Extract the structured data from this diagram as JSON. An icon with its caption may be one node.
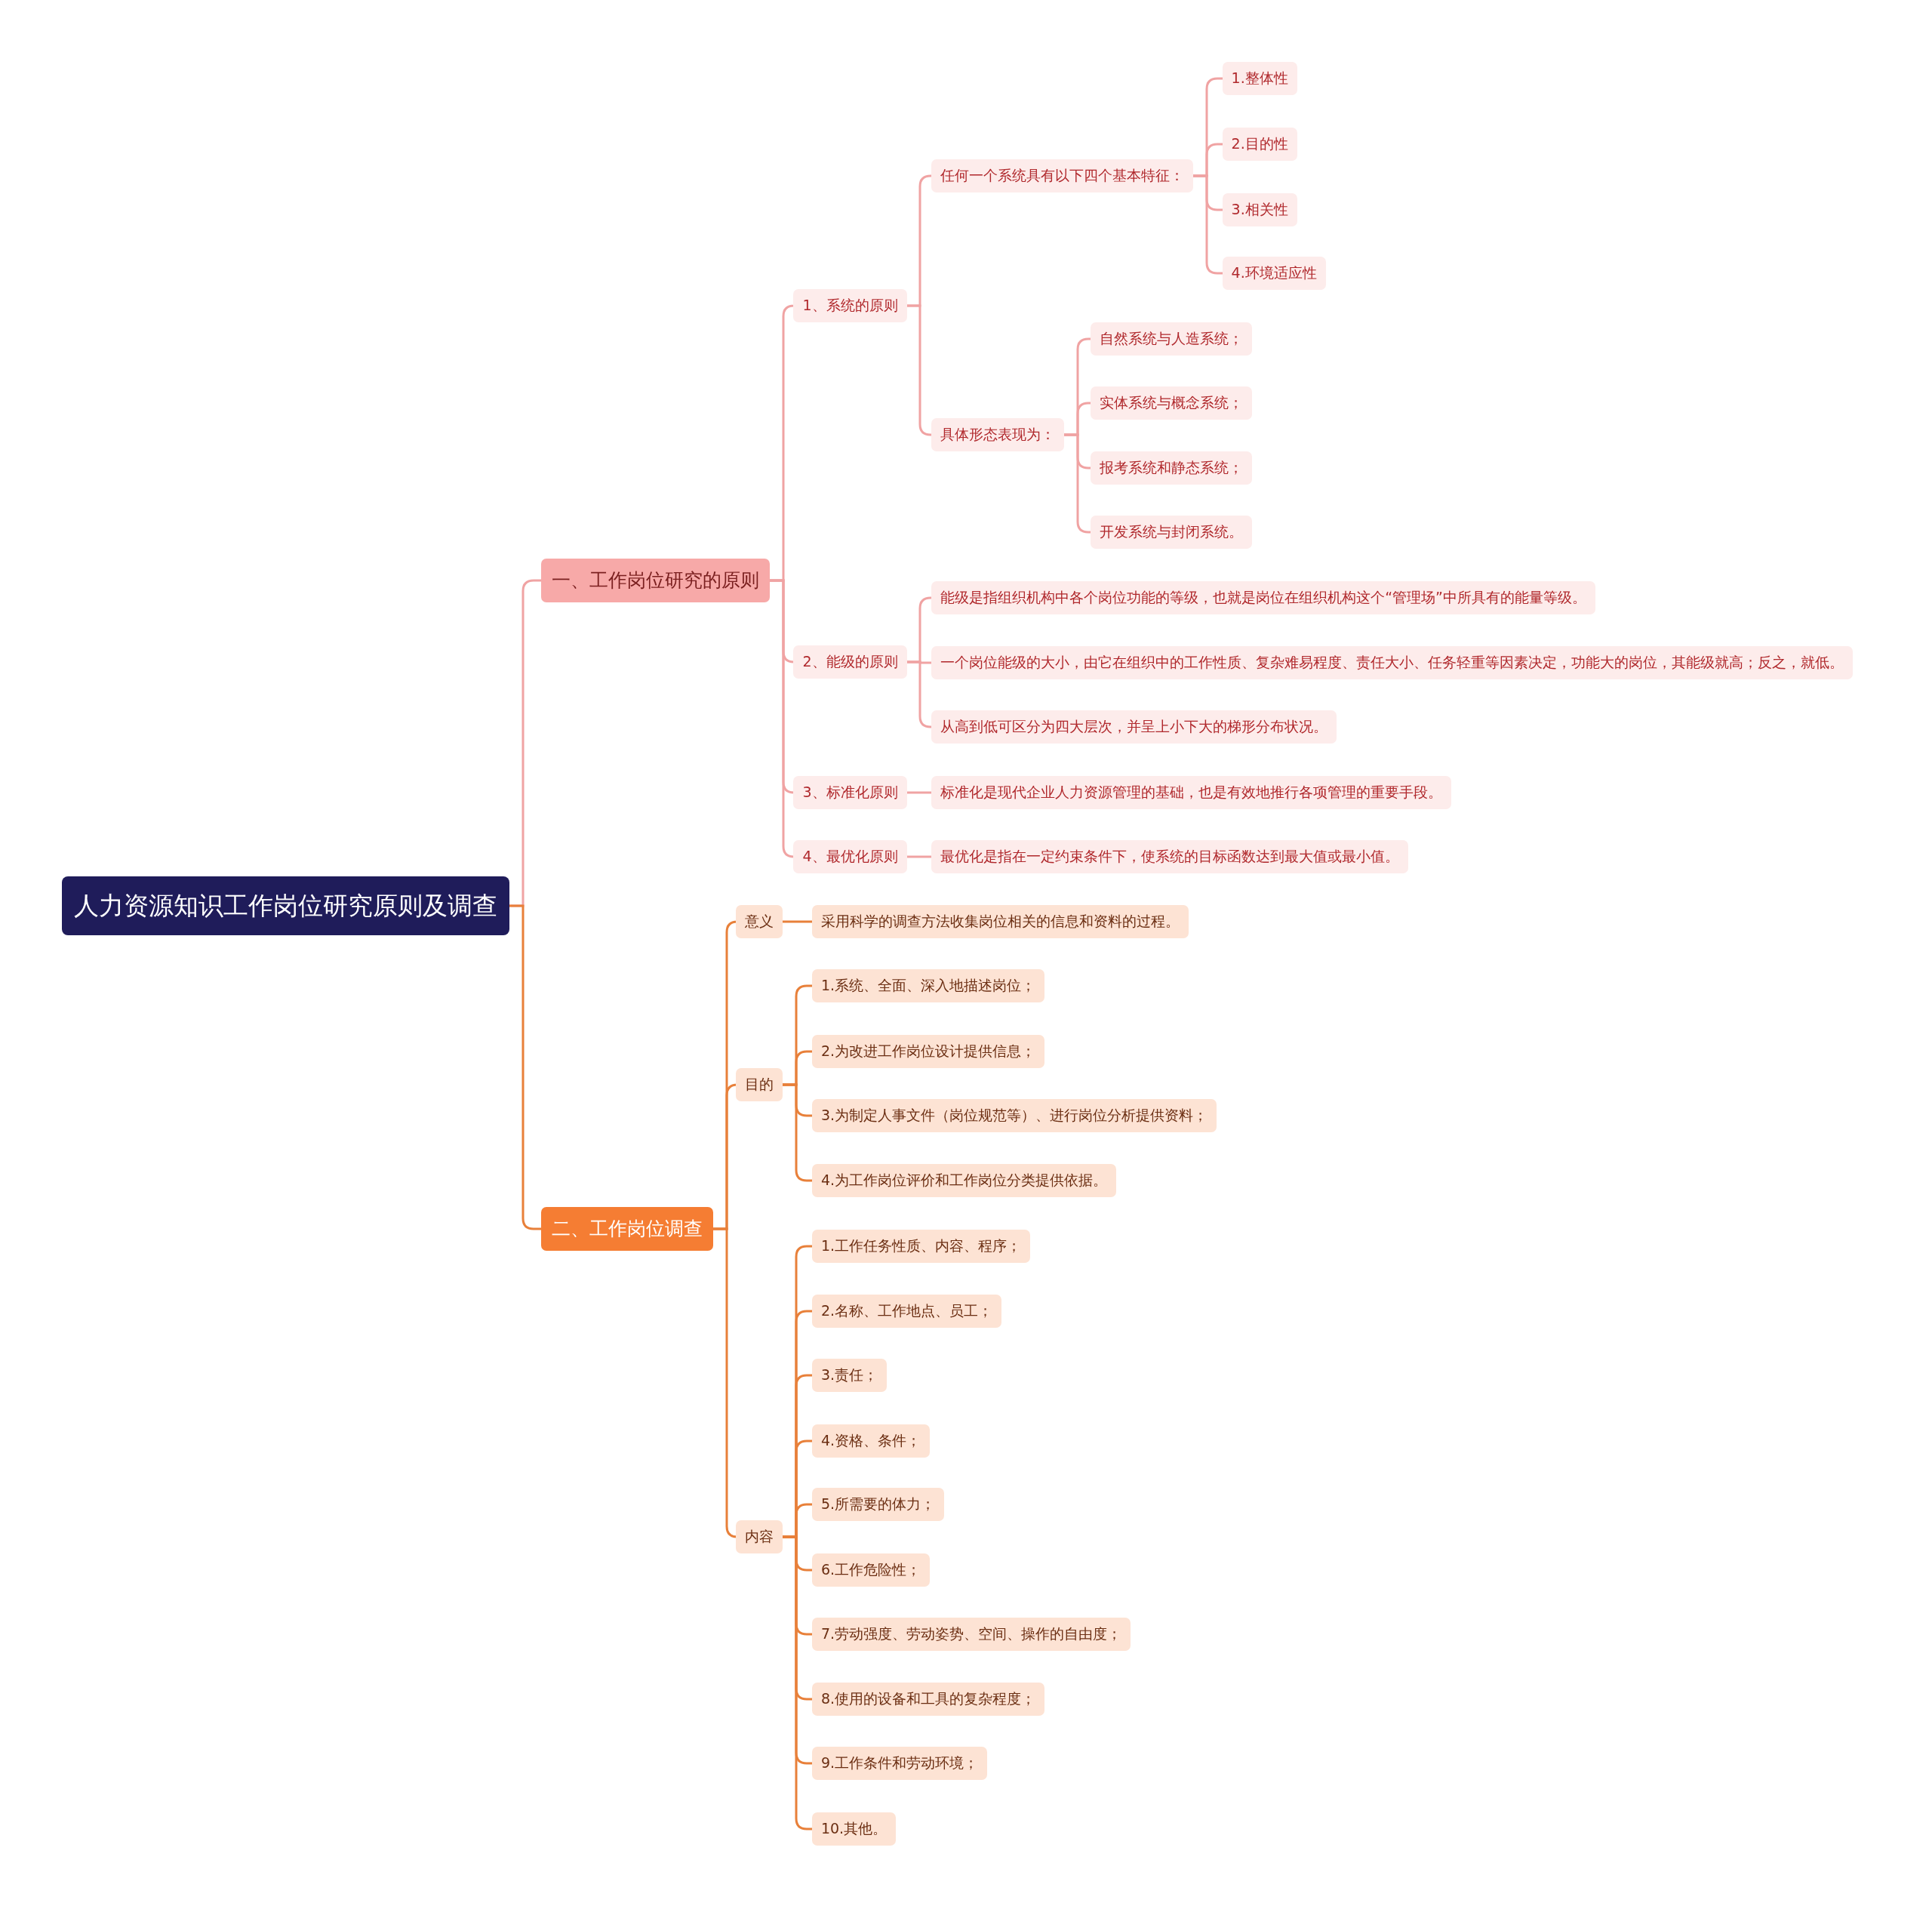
{
  "diagram": {
    "nodes": [
      {
        "text": [
          "人力资源知识工作岗位研究原则及调查"
        ]
      },
      {
        "text": [
          "一、工作岗位研究的原则"
        ]
      },
      {
        "text": [
          "1、系统的原则"
        ]
      },
      {
        "text": [
          "任何一个系统具有以下四个基本特征："
        ]
      },
      {
        "text": [
          "1.整体性"
        ]
      },
      {
        "text": [
          "2.目的性"
        ]
      },
      {
        "text": [
          "3.相关性"
        ]
      },
      {
        "text": [
          "4.环境适应性"
        ]
      },
      {
        "text": [
          "具体形态表现为："
        ]
      },
      {
        "text": [
          "自然系统与人造系统；"
        ]
      },
      {
        "text": [
          "实体系统与概念系统；"
        ]
      },
      {
        "text": [
          "报考系统和静态系统；"
        ]
      },
      {
        "text": [
          "开发系统与封闭系统。"
        ]
      },
      {
        "text": [
          "2、能级的原则"
        ]
      },
      {
        "text": [
          "能级是指组织机构中各个岗位功能的等级，也就是岗位在组织机构这个“管理场”中所具有的能量等级。"
        ]
      },
      {
        "text": [
          "一个岗位能级的大小，由它在组织中的工作性质、复杂难易程度、责任大小、任务轻重等因素决定，功能大的岗位，其能级就高；反之，就低。"
        ]
      },
      {
        "text": [
          "从高到低可区分为四大层次，并呈上小下大的梯形分布状况。"
        ]
      },
      {
        "text": [
          "3、标准化原则"
        ]
      },
      {
        "text": [
          "标准化是现代企业人力资源管理的基础，也是有效地推行各项管理的重要手段。"
        ]
      },
      {
        "text": [
          "4、最优化原则"
        ]
      },
      {
        "text": [
          "最优化是指在一定约束条件下，使系统的目标函数达到最大值或最小值。"
        ]
      },
      {
        "text": [
          "二、工作岗位调查"
        ]
      },
      {
        "text": [
          "意义"
        ]
      },
      {
        "text": [
          "采用科学的调查方法收集岗位相关的信息和资料的过程。"
        ]
      },
      {
        "text": [
          "目的"
        ]
      },
      {
        "text": [
          "1.系统、全面、深入地描述岗位；"
        ]
      },
      {
        "text": [
          "2.为改进工作岗位设计提供信息；"
        ]
      },
      {
        "text": [
          "3.为制定人事文件（岗位规范等）、进行岗位分析提供资料；"
        ]
      },
      {
        "text": [
          "4.为工作岗位评价和工作岗位分类提供依据。"
        ]
      },
      {
        "text": [
          "内容"
        ]
      },
      {
        "text": [
          "1.工作任务性质、内容、程序；"
        ]
      },
      {
        "text": [
          "2.名称、工作地点、员工；"
        ]
      },
      {
        "text": [
          "3.责任；"
        ]
      },
      {
        "text": [
          "4.资格、条件；"
        ]
      },
      {
        "text": [
          "5.所需要的体力；"
        ]
      },
      {
        "text": [
          "6.工作危险性；"
        ]
      },
      {
        "text": [
          "7.劳动强度、劳动姿势、空间、操作的自由度；"
        ]
      },
      {
        "text": [
          "8.使用的设备和工具的复杂程度；"
        ]
      },
      {
        "text": [
          "9.工作条件和劳动环境；"
        ]
      },
      {
        "text": [
          "10.其他。"
        ]
      }
    ],
    "edges": [
      {
        "from": 0,
        "to": 1,
        "arrow": "none"
      },
      {
        "from": 1,
        "to": 2,
        "arrow": "none"
      },
      {
        "from": 2,
        "to": 3,
        "arrow": "none"
      },
      {
        "from": 3,
        "to": 4,
        "arrow": "none"
      },
      {
        "from": 3,
        "to": 5,
        "arrow": "none"
      },
      {
        "from": 3,
        "to": 6,
        "arrow": "none"
      },
      {
        "from": 3,
        "to": 7,
        "arrow": "none"
      },
      {
        "from": 2,
        "to": 8,
        "arrow": "none"
      },
      {
        "from": 8,
        "to": 9,
        "arrow": "none"
      },
      {
        "from": 8,
        "to": 10,
        "arrow": "none"
      },
      {
        "from": 8,
        "to": 11,
        "arrow": "none"
      },
      {
        "from": 8,
        "to": 12,
        "arrow": "none"
      },
      {
        "from": 1,
        "to": 13,
        "arrow": "none"
      },
      {
        "from": 13,
        "to": 14,
        "arrow": "none"
      },
      {
        "from": 13,
        "to": 15,
        "arrow": "none"
      },
      {
        "from": 13,
        "to": 16,
        "arrow": "none"
      },
      {
        "from": 1,
        "to": 17,
        "arrow": "none"
      },
      {
        "from": 17,
        "to": 18,
        "arrow": "none"
      },
      {
        "from": 1,
        "to": 19,
        "arrow": "none"
      },
      {
        "from": 19,
        "to": 20,
        "arrow": "none"
      },
      {
        "from": 0,
        "to": 21,
        "arrow": "none",
        "color": "#e8803a"
      },
      {
        "from": 21,
        "to": 22,
        "arrow": "none",
        "color": "#e8803a"
      },
      {
        "from": 22,
        "to": 23,
        "arrow": "none",
        "color": "#e8803a"
      },
      {
        "from": 21,
        "to": 24,
        "arrow": "none",
        "color": "#e8803a"
      },
      {
        "from": 24,
        "to": 25,
        "arrow": "none",
        "color": "#e8803a"
      },
      {
        "from": 24,
        "to": 26,
        "arrow": "none",
        "color": "#e8803a"
      },
      {
        "from": 24,
        "to": 27,
        "arrow": "none",
        "color": "#e8803a"
      },
      {
        "from": 24,
        "to": 28,
        "arrow": "none",
        "color": "#e8803a"
      },
      {
        "from": 21,
        "to": 29,
        "arrow": "none",
        "color": "#e8803a"
      },
      {
        "from": 29,
        "to": 30,
        "arrow": "none",
        "color": "#e8803a"
      },
      {
        "from": 29,
        "to": 31,
        "arrow": "none",
        "color": "#e8803a"
      },
      {
        "from": 29,
        "to": 32,
        "arrow": "none",
        "color": "#e8803a"
      },
      {
        "from": 29,
        "to": 33,
        "arrow": "none",
        "color": "#e8803a"
      },
      {
        "from": 29,
        "to": 34,
        "arrow": "none",
        "color": "#e8803a"
      },
      {
        "from": 29,
        "to": 35,
        "arrow": "none",
        "color": "#e8803a"
      },
      {
        "from": 29,
        "to": 36,
        "arrow": "none",
        "color": "#e8803a"
      },
      {
        "from": 29,
        "to": 37,
        "arrow": "none",
        "color": "#e8803a"
      },
      {
        "from": 29,
        "to": 38,
        "arrow": "none",
        "color": "#e8803a"
      },
      {
        "from": 29,
        "to": 39,
        "arrow": "none",
        "color": "#e8803a"
      }
    ]
  }
}
